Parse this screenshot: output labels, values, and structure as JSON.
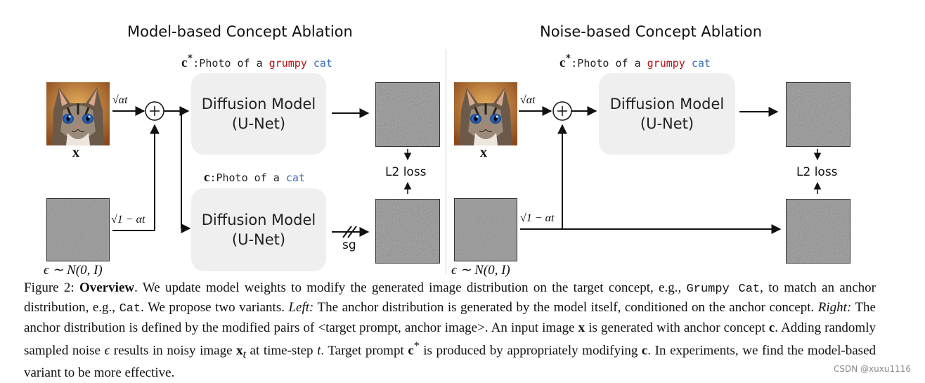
{
  "figure": {
    "left_title": "Model-based Concept Ablation",
    "right_title": "Noise-based Concept Ablation",
    "target_prompt": {
      "var": "c",
      "sup": "*",
      "colon": ":",
      "prefix": "Photo of a ",
      "word_red": "grumpy",
      "space": " ",
      "word_blue": "cat"
    },
    "anchor_prompt": {
      "var": "c",
      "colon": ":",
      "prefix": "Photo of a ",
      "word_blue": "cat"
    },
    "diffusion_model": {
      "line1": "Diffusion Model",
      "line2": "(U-Net)"
    },
    "coef_sqrt_alpha": "√αt",
    "coef_sqrt_one_minus_alpha": "√1 − αt",
    "image_label": "x",
    "noise_label": "ϵ ∼ N(0, I)",
    "loss_label": "L2 loss",
    "stop_grad_label": "sg",
    "colors": {
      "red": "#b31212",
      "blue": "#3a6fb3",
      "box": "#efefef",
      "noise": "#8a8a8a"
    },
    "icons": [
      "plus-circle-icon",
      "arrow-icon",
      "stop-gradient-icon",
      "cat-image",
      "noise-image"
    ]
  },
  "caption": {
    "figure_num": "Figure 2:",
    "bold_title": "Overview",
    "t1": ". We update model weights to modify the generated image distribution on the target concept, e.g., ",
    "mono1": "Grumpy Cat",
    "t2": ", to match an anchor distribution, e.g., ",
    "mono2": "Cat",
    "t3": ". We propose two variants. ",
    "left_it": "Left:",
    "t4": " The anchor distribution is generated by the model itself, conditioned on the anchor concept. ",
    "right_it": "Right:",
    "t5": " The anchor distribution is defined by the modified pairs of <target prompt, anchor image>. An input image ",
    "x_bold": "x",
    "t6": " is generated with anchor concept ",
    "c_bold": "c",
    "t7": ". Adding randomly sampled noise ",
    "eps": "ϵ",
    "t8": " results in noisy image ",
    "xt_bold": "x",
    "xt_sub": "t",
    "t9": " at time-step ",
    "t_it": "t",
    "t10": ". Target prompt ",
    "cstar_bold": "c",
    "cstar_sup": "*",
    "t11": " is produced by appropriately modifying ",
    "c_bold2": "c",
    "t12": ". In experiments, we find the model-based variant to be more effective."
  },
  "watermark": "CSDN @xuxu1116"
}
